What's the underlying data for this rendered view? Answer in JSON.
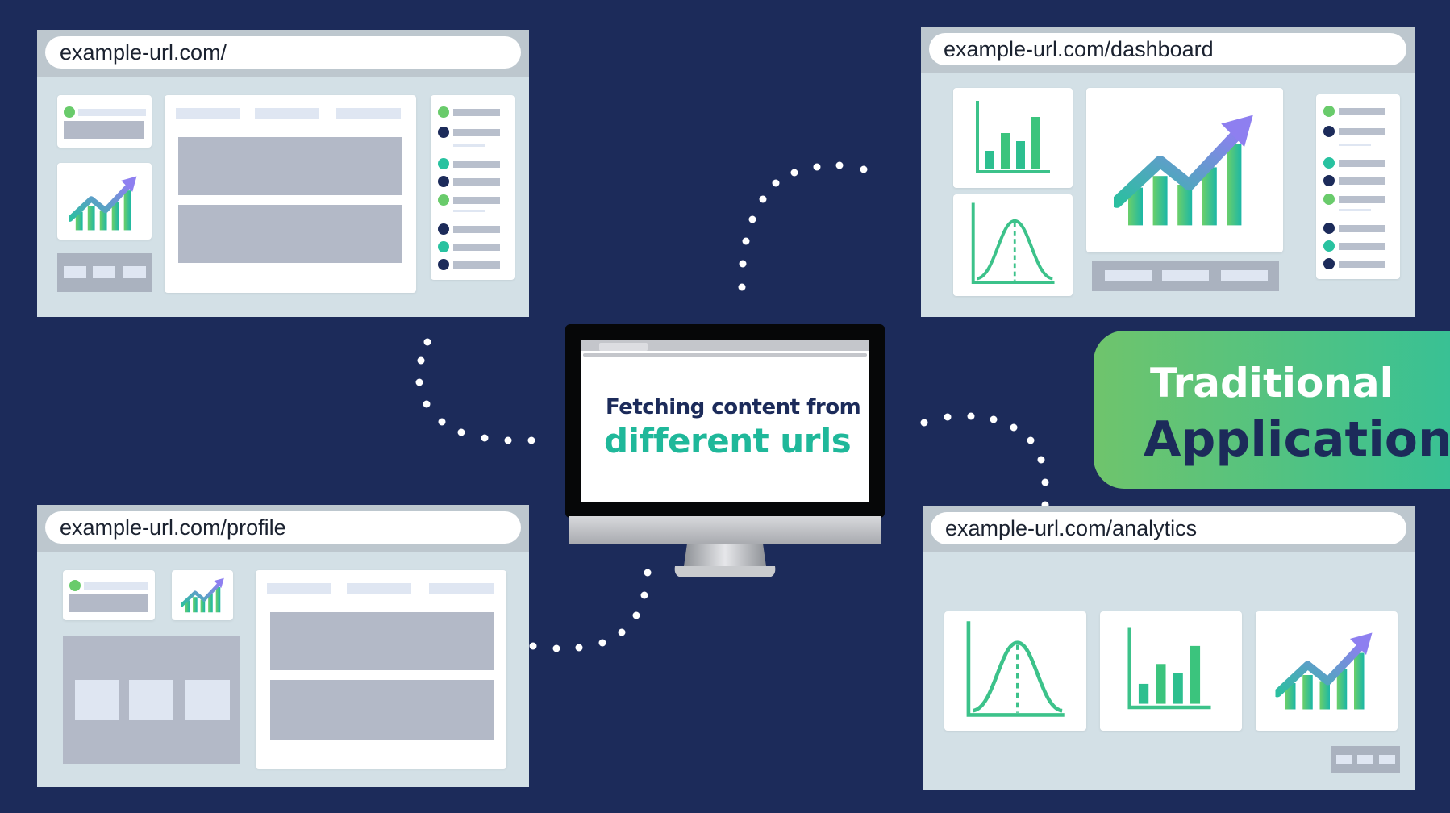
{
  "urls": {
    "home": "example-url.com/",
    "dashboard": "example-url.com/dashboard",
    "profile": "example-url.com/profile",
    "analytics": "example-url.com/analytics"
  },
  "monitor": {
    "line1": "Fetching content  from",
    "line2": "different urls"
  },
  "badge": {
    "line1": "Traditional",
    "line2": "Application"
  },
  "colors": {
    "background": "#1c2b5a",
    "accent_teal": "#1fb89a",
    "accent_green": "#69cb6b",
    "arrow_purple": "#8e7ff0",
    "navy_text": "#1c2b5a"
  },
  "icons": [
    "bar-chart-icon",
    "bell-curve-icon",
    "growth-chart-icon",
    "monitor-icon"
  ]
}
